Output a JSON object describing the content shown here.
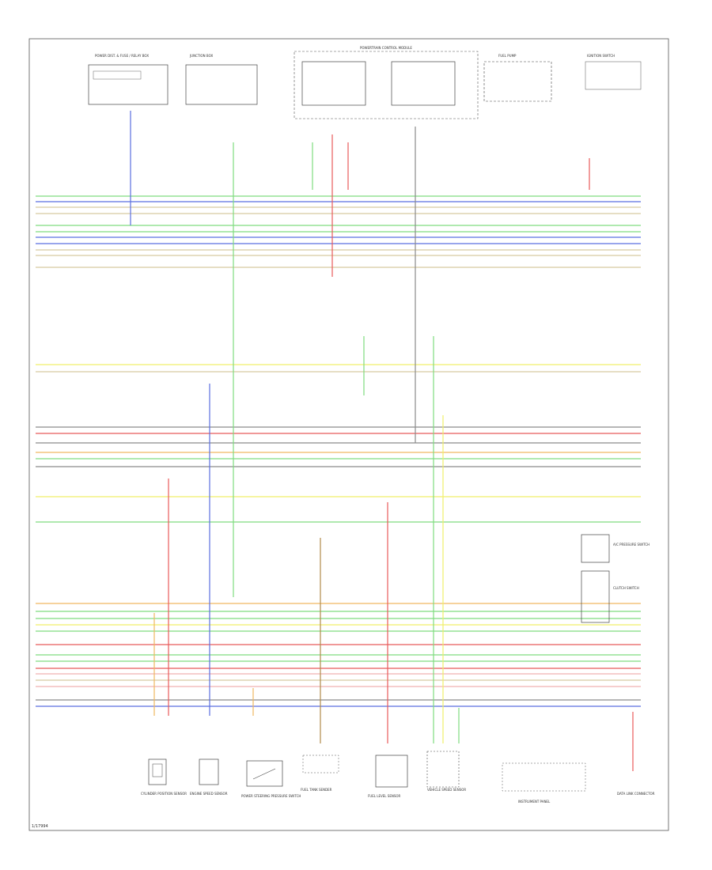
{
  "diagram": {
    "page_code": "1/17994",
    "top_components": [
      {
        "id": "power_dist",
        "label": "POWER DIST. & FUSE / RELAY BOX"
      },
      {
        "id": "junction_box",
        "label": "JUNCTION BOX"
      },
      {
        "id": "pcm",
        "label": "POWERTRAIN CONTROL MODULE"
      },
      {
        "id": "fuel_pump_top",
        "label": "FUEL PUMP"
      },
      {
        "id": "ignition_switch",
        "label": "IGNITION SWITCH"
      }
    ],
    "bottom_components": [
      {
        "id": "cyl_pos_sensor",
        "label": "CYLINDER POSITION SENSOR"
      },
      {
        "id": "eng_speed_sensor",
        "label": "ENGINE SPEED SENSOR"
      },
      {
        "id": "pressure_switch",
        "label": "POWER STEERING PRESSURE SWITCH"
      },
      {
        "id": "fuel_tank_sender",
        "label": "FUEL TANK SENDER"
      },
      {
        "id": "fuel_level_sensor",
        "label": "FUEL LEVEL SENSOR"
      },
      {
        "id": "vss",
        "label": "VEHICLE SPEED SENSOR"
      },
      {
        "id": "instrument_cluster",
        "label": "INSTRUMENT PANEL"
      },
      {
        "id": "ecm_conn",
        "label": "DATA LINK CONNECTOR"
      }
    ],
    "right_components": [
      {
        "id": "a_c_switch",
        "label": "A/C PRESSURE SWITCH"
      },
      {
        "id": "clutch_switch",
        "label": "CLUTCH SWITCH"
      }
    ],
    "wire_colors": {
      "green": "#7fdc7f",
      "blue": "#5b6fe0",
      "yellow": "#f1ef6a",
      "red": "#e85a5a",
      "orange": "#f1b860",
      "gray": "#8a8a8a",
      "tan": "#d7c9a0",
      "brown": "#b08a4a",
      "pink": "#f0b0b0"
    }
  }
}
